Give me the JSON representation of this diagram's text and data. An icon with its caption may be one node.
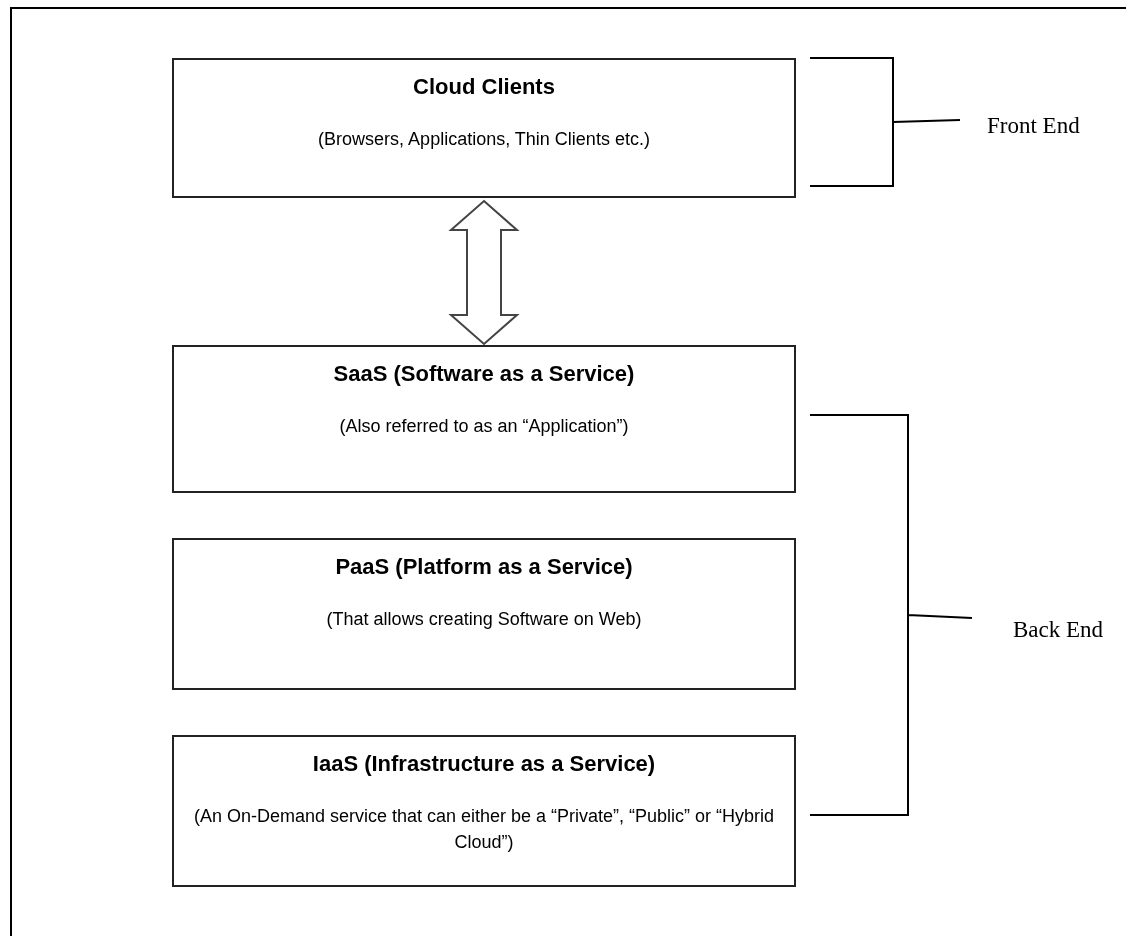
{
  "diagram": {
    "nodes": [
      {
        "text": [
          "Cloud Clients",
          "(Browsers, Applications, Thin Clients etc.)"
        ]
      },
      {
        "text": [
          "SaaS (Software as a Service)",
          "(Also referred to as an “Application”)"
        ]
      },
      {
        "text": [
          "PaaS (Platform as a Service)",
          "(That allows creating Software on Web)"
        ]
      },
      {
        "text": [
          "IaaS (Infrastructure as a Service)",
          "(An On-Demand service that can either be a “Private”, “Public” or “Hybrid Cloud”)"
        ]
      }
    ],
    "edges": [
      {
        "from": 0,
        "to": 1,
        "arrow": "both"
      }
    ],
    "labels": [
      "Front End",
      "Back End"
    ]
  }
}
